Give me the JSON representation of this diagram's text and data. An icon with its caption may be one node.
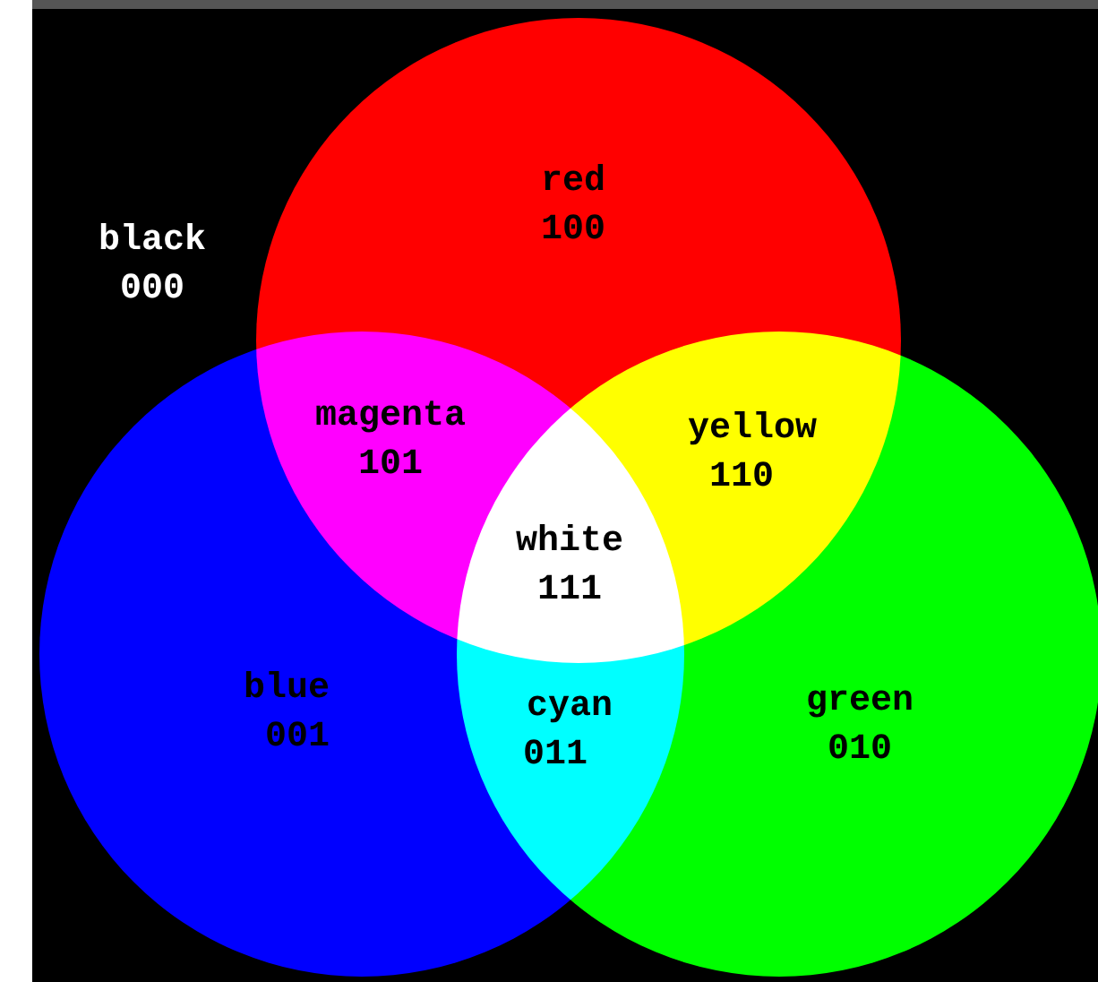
{
  "diagram": {
    "nodes": [
      {
        "text": [
          "red",
          "100"
        ]
      },
      {
        "text": [
          "blue",
          "001"
        ]
      },
      {
        "text": [
          "green",
          "010"
        ]
      }
    ],
    "edges": [],
    "labels": [
      "black",
      "000",
      "magenta",
      "101",
      "yellow",
      "110",
      "white",
      "111",
      "cyan",
      "011"
    ]
  }
}
